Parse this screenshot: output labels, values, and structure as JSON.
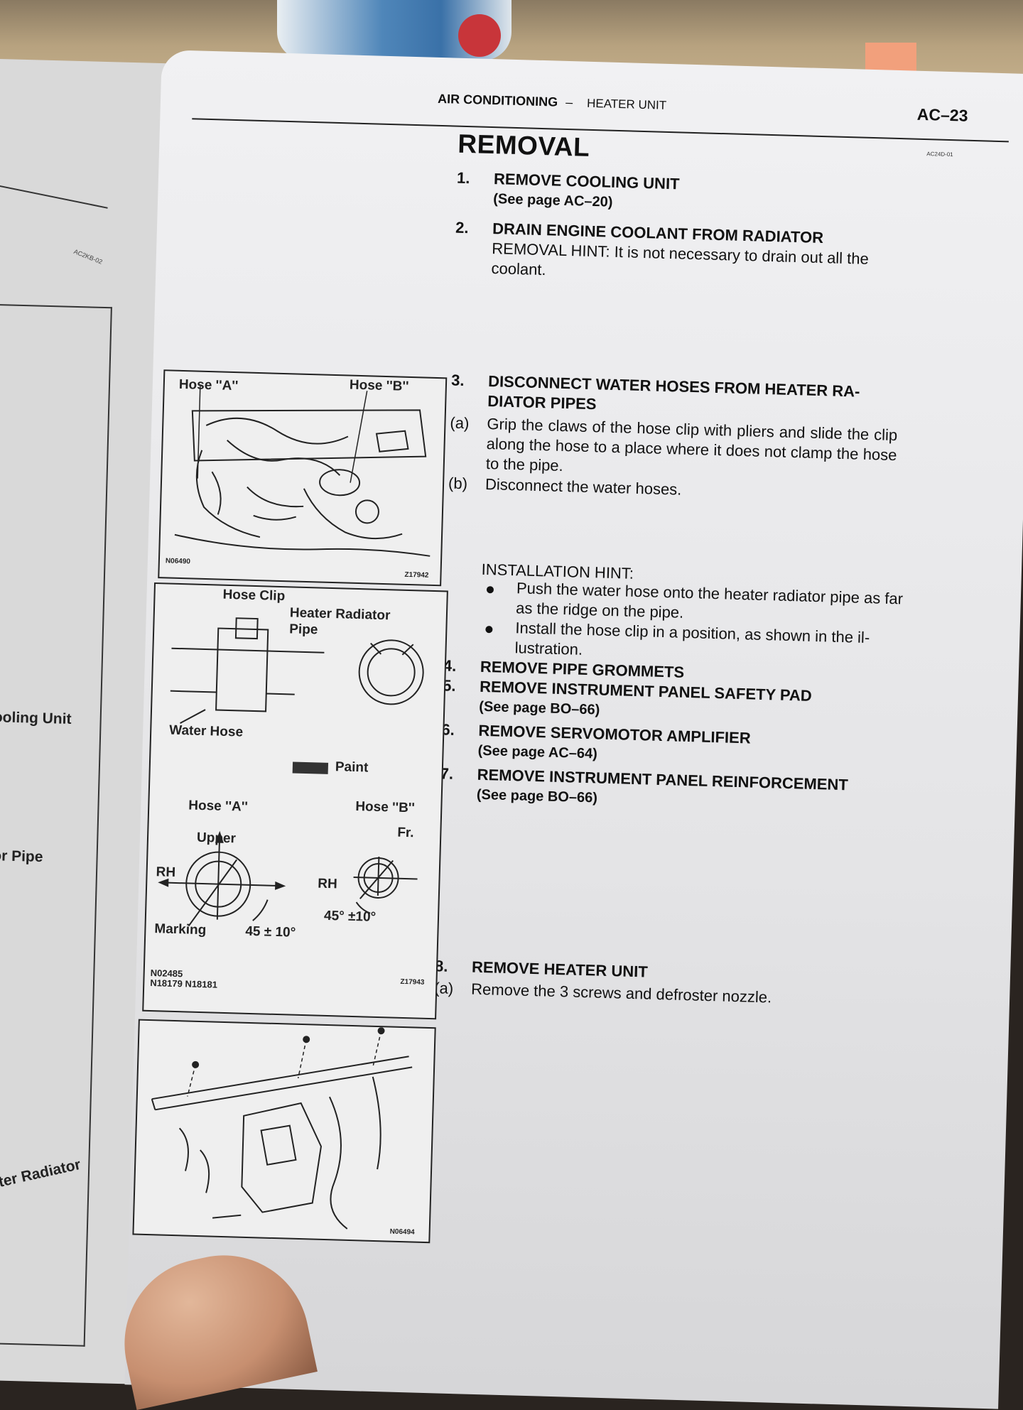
{
  "header": {
    "section": "AIR CONDITIONING",
    "dash": "–",
    "subsection": "HEATER UNIT",
    "page": "AC–23",
    "code": "AC24D-01"
  },
  "title": "REMOVAL",
  "steps": {
    "s1": {
      "num": "1.",
      "title": "REMOVE COOLING UNIT",
      "ref": "(See page AC–20)"
    },
    "s2": {
      "num": "2.",
      "title": "DRAIN ENGINE COOLANT FROM RADIATOR",
      "hint_line1": "REMOVAL HINT: It is not necessary to drain out all the",
      "hint_line2": "coolant."
    },
    "s3": {
      "num": "3.",
      "title_line1": "DISCONNECT WATER HOSES FROM HEATER RA-",
      "title_line2": "DIATOR PIPES",
      "a_label": "(a)",
      "a_text": "Grip the claws of the hose clip with pliers and slide the clip along the hose to a place where it does not clamp the hose to the pipe.",
      "b_label": "(b)",
      "b_text": "Disconnect the water hoses."
    },
    "install_hint": {
      "title": "INSTALLATION HINT:",
      "bullet1": "Push the water hose onto the heater radiator pipe as far as the ridge on the pipe.",
      "bullet2": "Install the hose clip in a position, as shown in the il- lustration."
    },
    "s4": {
      "num": "4.",
      "title": "REMOVE PIPE GROMMETS"
    },
    "s5": {
      "num": "5.",
      "title": "REMOVE INSTRUMENT PANEL SAFETY PAD",
      "ref": "(See page BO–66)"
    },
    "s6": {
      "num": "6.",
      "title": "REMOVE SERVOMOTOR AMPLIFIER",
      "ref": "(See page AC–64)"
    },
    "s7": {
      "num": "7.",
      "title": "REMOVE INSTRUMENT PANEL REINFORCEMENT",
      "ref": "(See page BO–66)"
    },
    "s8": {
      "num": "8.",
      "title": "REMOVE HEATER UNIT",
      "a_label": "(a)",
      "a_text": "Remove the 3 screws and defroster nozzle."
    }
  },
  "figure1": {
    "hose_a": "Hose ''A''",
    "hose_b": "Hose ''B''",
    "code_left": "N06490",
    "code_right": "Z17942"
  },
  "figure2": {
    "hose_clip": "Hose Clip",
    "heater_radiator": "Heater Radiator",
    "pipe": "Pipe",
    "water_hose": "Water Hose",
    "paint": "Paint",
    "hose_a": "Hose ''A''",
    "hose_b": "Hose ''B''",
    "upper": "Upper",
    "fr": "Fr.",
    "rh_left": "RH",
    "rh_right": "RH",
    "marking": "Marking",
    "angle_a": "45 ± 10°",
    "angle_b": "45° ±10°",
    "code_line1": "N02485",
    "code_line2": "N18179 N18181",
    "code_right": "Z17943"
  },
  "figure3": {
    "code": "N06494"
  },
  "left_page": {
    "cooling_unit": "Cooling Unit",
    "ator_pipe": "ator Pipe",
    "heater_radiator": "Heater Radiator",
    "code": "AC2KB-02"
  }
}
